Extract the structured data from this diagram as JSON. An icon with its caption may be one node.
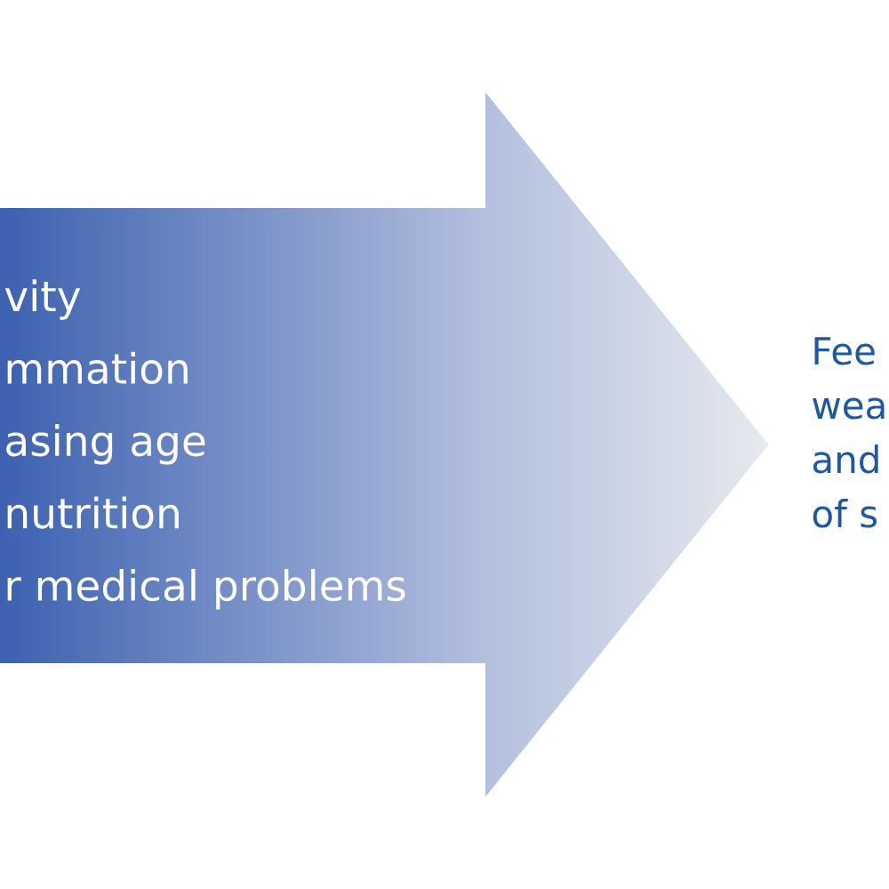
{
  "diagram": {
    "nodes": [
      {
        "text": [
          "vity",
          "mmation",
          "asing age",
          "nutrition",
          "r medical problems"
        ]
      }
    ],
    "labels": [
      "Fee wea and of s"
    ]
  }
}
